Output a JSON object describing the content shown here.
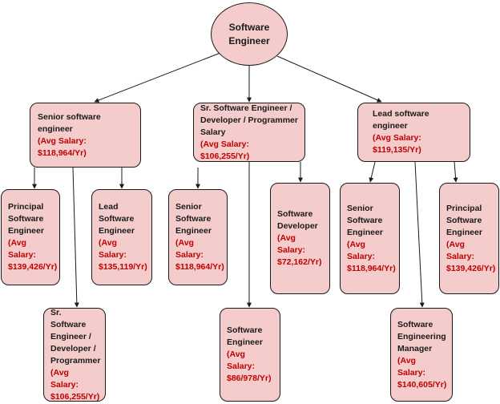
{
  "colors": {
    "node_fill": "#f4cccc",
    "salary_text": "#c00000",
    "line": "#1a1a1a"
  },
  "root": {
    "title": "Software Engineer"
  },
  "level1": [
    {
      "title": "Senior software engineer",
      "salary": "(Avg Salary: $118,964/Yr)"
    },
    {
      "title": "Sr. Software Engineer / Developer / Programmer Salary",
      "salary": "(Avg Salary: $106,255/Yr)"
    },
    {
      "title": "Lead software engineer",
      "salary": "(Avg Salary: $119,135/Yr)"
    }
  ],
  "level2": [
    {
      "title": "Principal Software Engineer",
      "salary": "(Avg Salary: $139,426/Yr)"
    },
    {
      "title": "Lead Software Engineer",
      "salary": "(Avg Salary: $135,119/Yr)"
    },
    {
      "title": "Sr. Software Engineer / Developer / Programmer",
      "salary": "(Avg Salary: $106,255/Yr)"
    },
    {
      "title": "Senior Software Engineer",
      "salary": "(Avg Salary: $118,964/Yr)"
    },
    {
      "title": "Software Developer",
      "salary": "(Avg Salary: $72,162/Yr)"
    },
    {
      "title": "Software Engineer",
      "salary": "(Avg Salary: $86/978/Yr)"
    },
    {
      "title": "Senior Software Engineer",
      "salary": "(Avg Salary: $118,964/Yr)"
    },
    {
      "title": "Software Engineering Manager",
      "salary": "(Avg Salary: $140,605/Yr)"
    },
    {
      "title": "Principal Software Engineer",
      "salary": "(Avg Salary: $139,426/Yr)"
    }
  ]
}
